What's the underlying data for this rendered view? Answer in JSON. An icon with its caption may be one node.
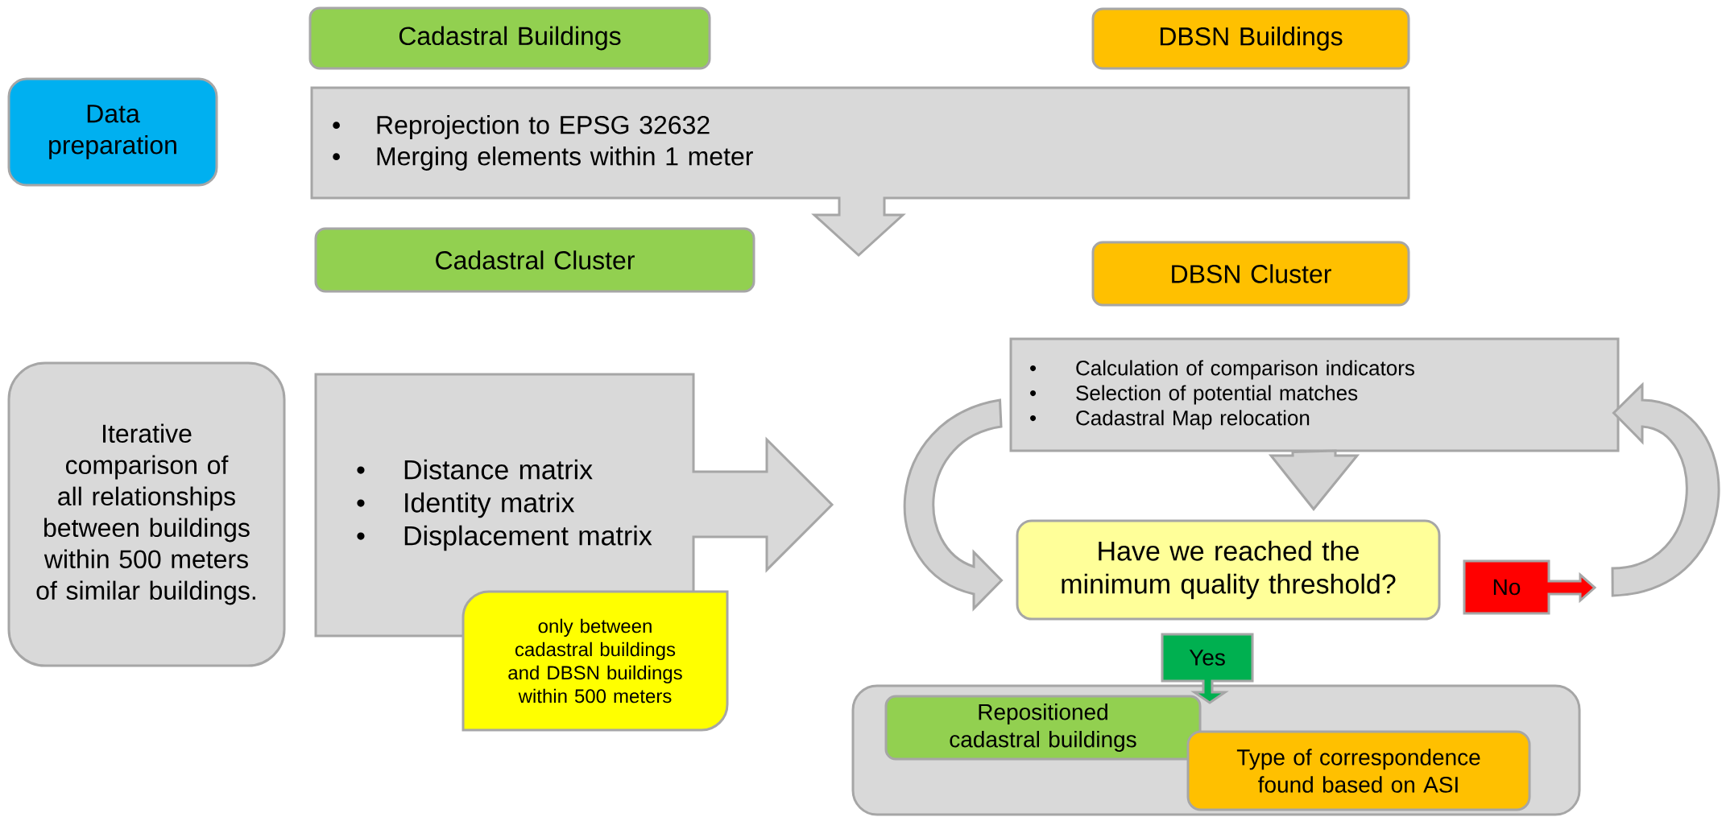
{
  "diagram": {
    "nodes": [
      {
        "text": [
          "Cadastral Buildings"
        ]
      },
      {
        "text": [
          "DBSN Buildings"
        ]
      },
      {
        "text": [
          "Data preparation"
        ]
      },
      {
        "text": [
          "Reprojection to EPSG 32632",
          "Merging elements within 1 meter"
        ]
      },
      {
        "text": [
          "Cadastral Cluster"
        ]
      },
      {
        "text": [
          "DBSN Cluster"
        ]
      },
      {
        "text": [
          "Iterative comparison of all relationships between buildings within 500 meters of similar buildings."
        ]
      },
      {
        "text": [
          "Distance matrix",
          "Identity matrix",
          "Displacement matrix"
        ]
      },
      {
        "text": [
          "only between cadastral buildings and DBSN buildings within 500 meters"
        ]
      },
      {
        "text": [
          "Calculation of comparison indicators",
          "Selection of potential matches",
          "Cadastral Map relocation"
        ]
      },
      {
        "text": [
          "Have we reached the minimum quality threshold?"
        ]
      },
      {
        "text": [
          "No"
        ]
      },
      {
        "text": [
          "Yes"
        ]
      },
      {
        "text": [],
        "shape": "box"
      },
      {
        "text": [
          "Repositioned cadastral buildings"
        ],
        "in": 13
      },
      {
        "text": [
          "Type of correspondence found based on ASI"
        ],
        "in": 13
      }
    ],
    "edges": [
      {
        "from": 9,
        "to": 10,
        "arrow": "to"
      },
      {
        "from": 9,
        "to": 10,
        "arrow": "to"
      },
      {
        "from": 11,
        "to": 9,
        "arrow": "to"
      }
    ],
    "labels": [
      "•",
      "•",
      "•",
      "•",
      "•",
      "•",
      "•",
      "•"
    ]
  }
}
